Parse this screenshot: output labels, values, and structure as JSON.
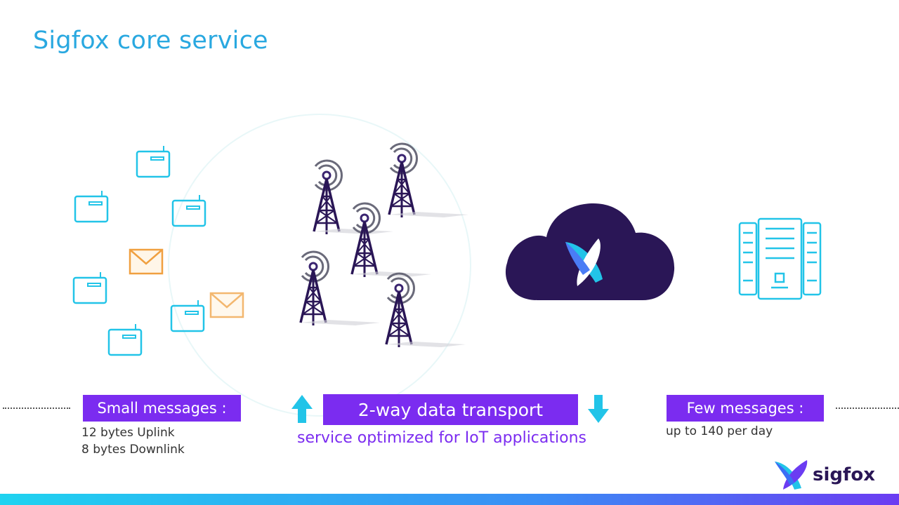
{
  "title": "Sigfox core service",
  "labels": {
    "small_messages": "Small messages :",
    "uplink": "12 bytes Uplink",
    "downlink": "8 bytes Downlink",
    "transport": "2-way data transport",
    "optimized": "service optimized for IoT applications",
    "few_messages": "Few messages :",
    "per_day": "up to 140 per day"
  },
  "brand": {
    "name": "sigfox"
  },
  "icons": {
    "devices": "device-icon",
    "envelope": "envelope-icon",
    "antenna": "antenna-tower-icon",
    "cloud": "cloud-icon",
    "server": "server-icon",
    "arrow_up": "arrow-up-icon",
    "arrow_down": "arrow-down-icon"
  },
  "colors": {
    "title": "#29a8e0",
    "accent_purple": "#7b2cf0",
    "cyan": "#22c4e8",
    "dark_purple": "#2a1656",
    "envelope": "#f0a040"
  }
}
